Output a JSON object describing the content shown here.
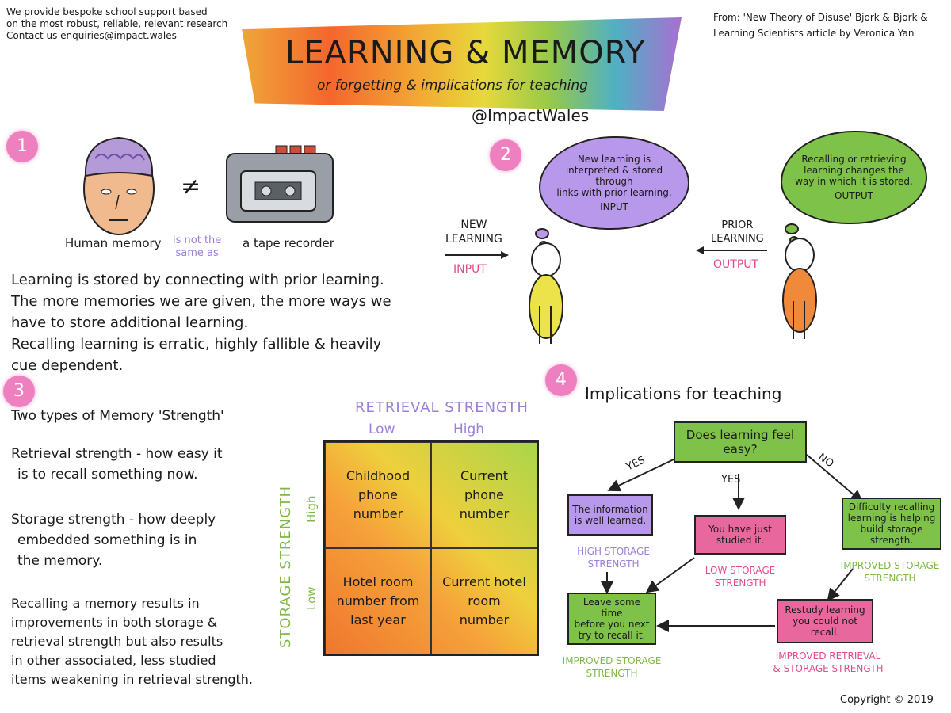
{
  "header": {
    "left_note": [
      "We provide bespoke school support based",
      "on the most robust, reliable, relevant research",
      "Contact us enquiries@impact.wales"
    ],
    "source_note": [
      "From: 'New Theory of Disuse' Bjork & Bjork &",
      "Learning Scientists article by Veronica Yan"
    ],
    "title": "LEARNING & MEMORY",
    "subtitle": "or forgetting & implications for teaching",
    "handle": "@ImpactWales"
  },
  "section1": {
    "badge": "1",
    "not_equal": "≠",
    "human_label": "Human memory",
    "compare_label": [
      "is not the",
      "same as"
    ],
    "recorder_label": "a tape recorder",
    "paragraph": [
      "Learning is stored by connecting with prior learning.",
      "The more memories we are given, the more ways we",
      "have to store additional learning.",
      "Recalling learning is erratic, highly fallible & heavily",
      "cue dependent."
    ]
  },
  "section2": {
    "badge": "2",
    "input_cloud": [
      "New learning is",
      "interpreted & stored through",
      "links with prior learning.",
      "INPUT"
    ],
    "output_cloud": [
      "Recalling or retrieving",
      "learning changes the",
      "way in which it is stored.",
      "OUTPUT"
    ],
    "new_learning": [
      "NEW",
      "LEARNING"
    ],
    "input_word": "INPUT",
    "prior_learning": [
      "PRIOR",
      "LEARNING"
    ],
    "output_word": "OUTPUT"
  },
  "section3": {
    "badge": "3",
    "heading": "Two types of Memory 'Strength'",
    "retrieval_def": [
      "Retrieval strength - how easy it",
      "is to recall something now."
    ],
    "storage_def": [
      "Storage strength - how deeply",
      "embedded something is in",
      "the memory."
    ],
    "closing": [
      "Recalling a memory results in",
      "improvements in both storage &",
      "retrieval strength but also results",
      "in other associated, less studied",
      "items weakening in retrieval strength."
    ],
    "grid": {
      "x_title": "RETRIEVAL STRENGTH",
      "x_low": "Low",
      "x_high": "High",
      "y_title": "STORAGE STRENGTH",
      "y_high": "High",
      "y_low": "Low",
      "cells": [
        [
          "Childhood",
          "phone",
          "number"
        ],
        [
          "Current",
          "phone",
          "number"
        ],
        [
          "Hotel room",
          "number from",
          "last year"
        ],
        [
          "Current hotel",
          "room",
          "number"
        ]
      ]
    }
  },
  "section4": {
    "badge": "4",
    "heading": "Implications for teaching",
    "question": [
      "Does learning feel",
      "easy?"
    ],
    "yes_left": "YES",
    "yes_mid": "YES",
    "no": "NO",
    "well_learned": [
      "The information",
      "is well learned."
    ],
    "high_storage": [
      "HIGH STORAGE",
      "STRENGTH"
    ],
    "just_studied": [
      "You have just",
      "studied it."
    ],
    "low_storage": [
      "LOW STORAGE",
      "STRENGTH"
    ],
    "difficulty": [
      "Difficulty recalling",
      "learning is helping",
      "build storage strength."
    ],
    "improved_storage_right": [
      "IMPROVED STORAGE",
      "STRENGTH"
    ],
    "leave_time": [
      "Leave some time",
      "before you next",
      "try to recall it."
    ],
    "improved_storage_left": [
      "IMPROVED STORAGE",
      "STRENGTH"
    ],
    "restudy": [
      "Restudy learning",
      "you could not",
      "recall."
    ],
    "improved_both": [
      "IMPROVED RETRIEVAL",
      "& STORAGE STRENGTH"
    ]
  },
  "footer": {
    "copyright": "Copyright © 2019"
  },
  "colors": {
    "purple": "#b898ea",
    "green": "#7fc24a",
    "pink": "#e8679d",
    "yellow": "#ece24a",
    "orange": "#f08a3a"
  }
}
